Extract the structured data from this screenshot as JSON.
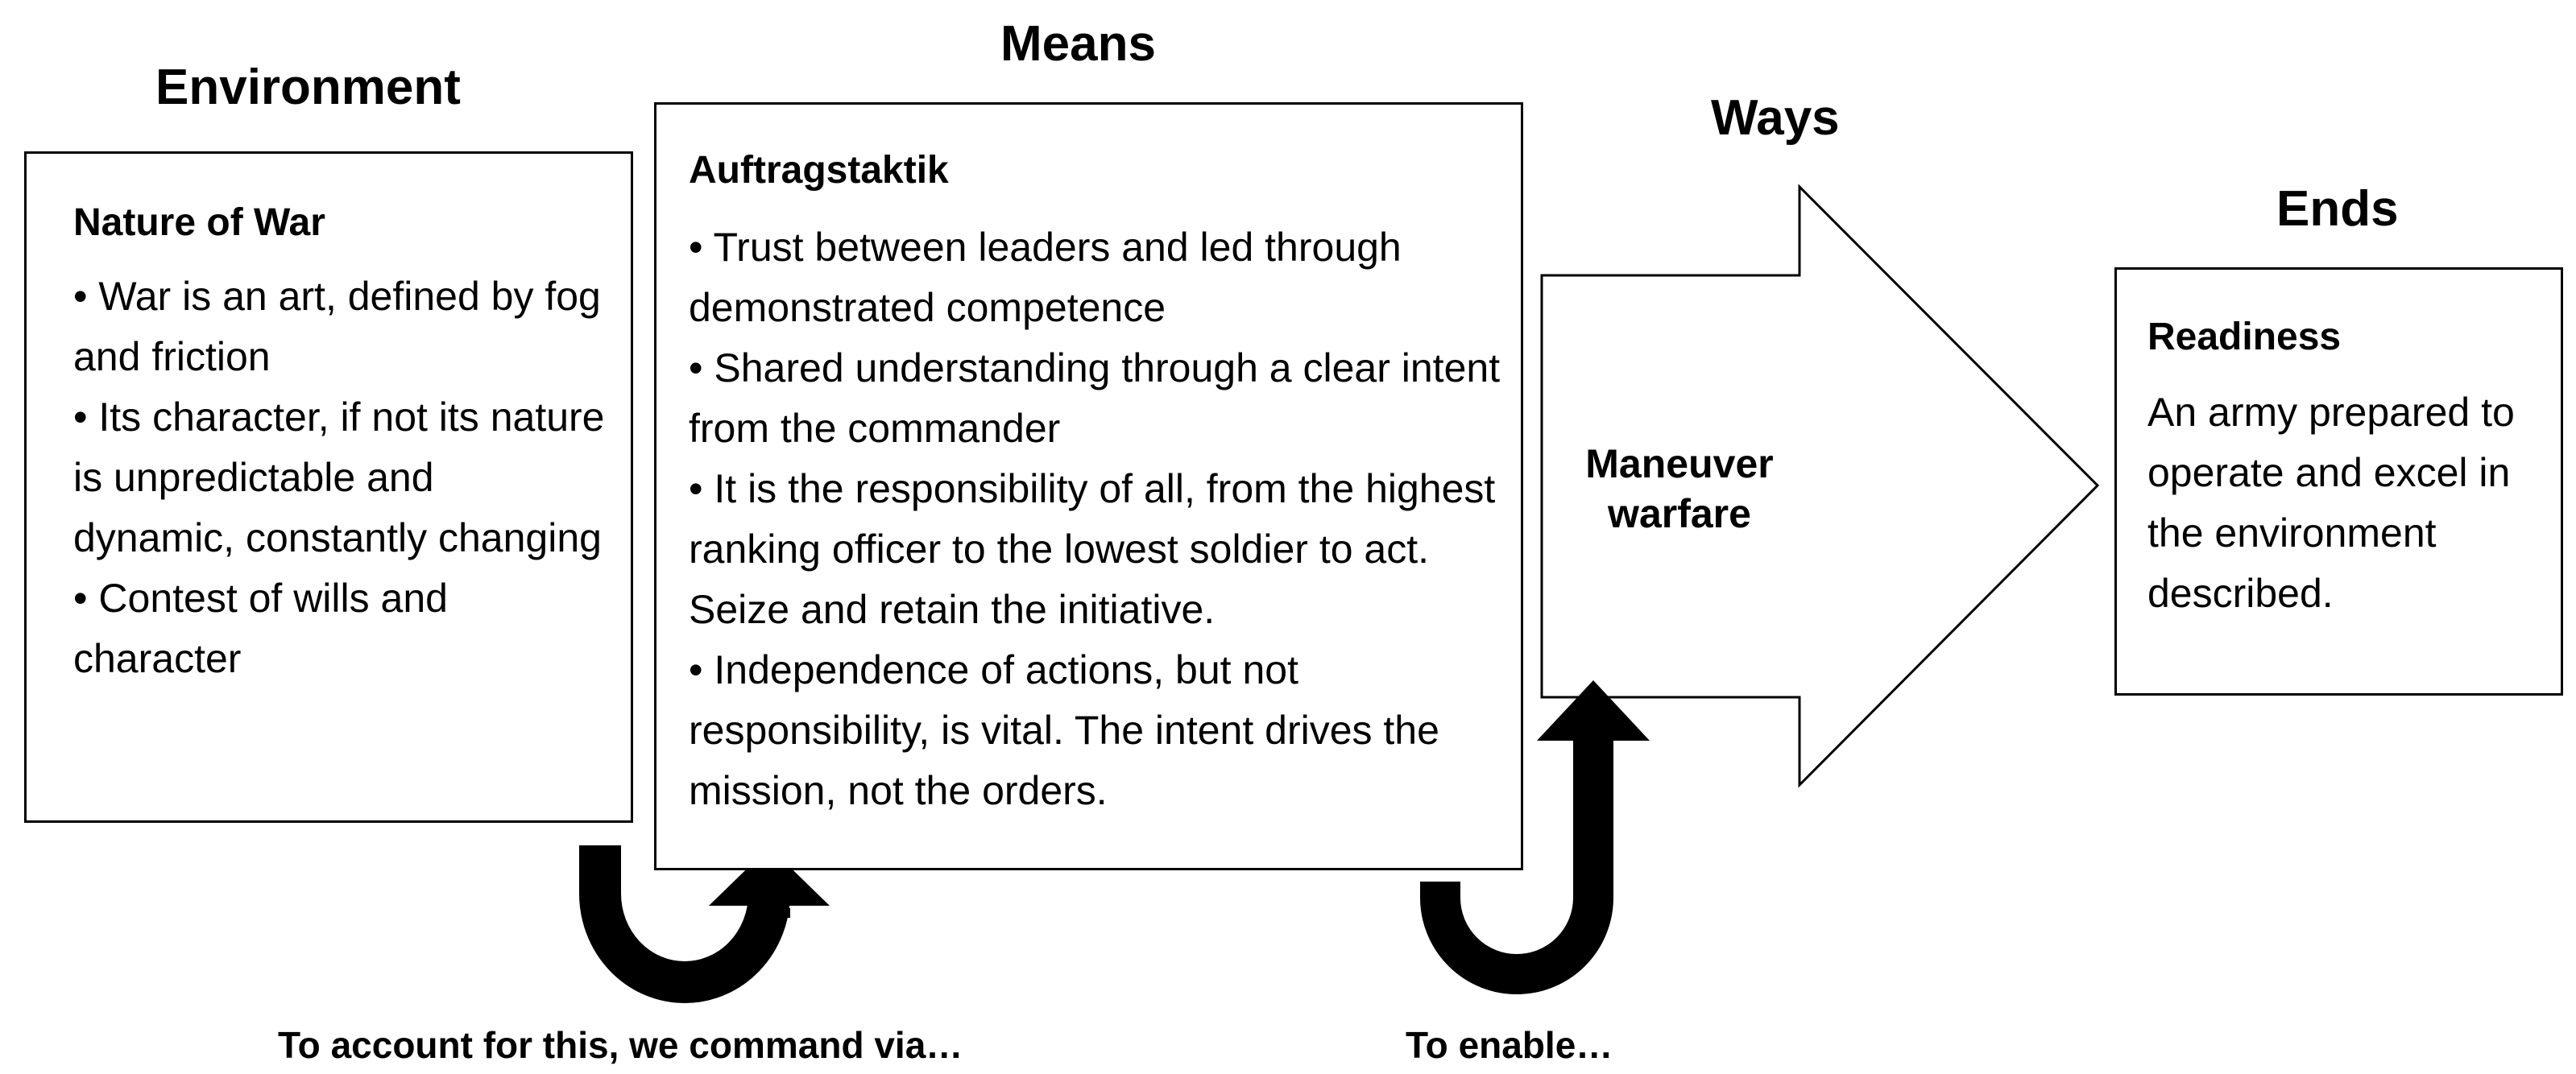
{
  "columns": {
    "environment": {
      "heading": "Environment",
      "title": "Nature of War",
      "bullets": [
        "• War is an art, defined by fog and friction",
        "• Its character, if not its nature is unpredictable and dynamic, constantly changing",
        "• Contest of wills and character"
      ]
    },
    "means": {
      "heading": "Means",
      "title": "Auftragstaktik",
      "bullets": [
        "• Trust between leaders and led through demonstrated competence",
        "• Shared understanding through a clear intent from the commander",
        "• It is the responsibility of all, from the highest ranking officer to the lowest soldier to act. Seize and retain the initiative.",
        "• Independence of actions, but not responsibility, is vital.  The intent drives the mission, not the orders."
      ]
    },
    "ways": {
      "heading": "Ways",
      "label": "Maneuver warfare"
    },
    "ends": {
      "heading": "Ends",
      "title": "Readiness",
      "body": "An army prepared to operate and excel in the environment described."
    }
  },
  "connectors": {
    "environment_to_means": "To account for this, we command via…",
    "means_to_ways": "To enable…"
  }
}
